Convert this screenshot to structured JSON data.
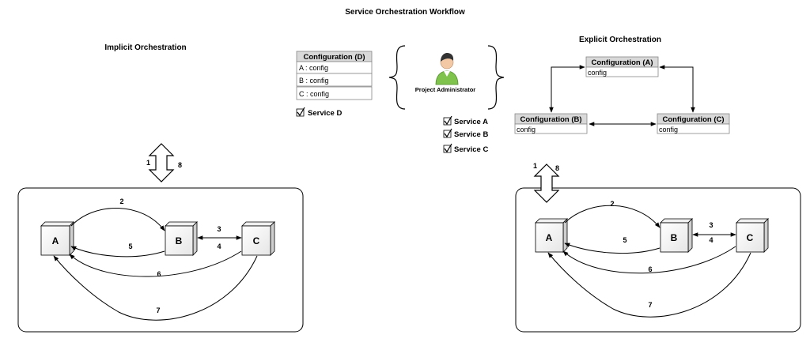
{
  "title": "Service Orchestration Workflow",
  "implicit": {
    "heading": "Implicit Orchestration",
    "io_labels": [
      "1",
      "8"
    ],
    "nodes": [
      "A",
      "B",
      "C"
    ],
    "edge_labels": [
      "2",
      "5",
      "3",
      "4",
      "6",
      "7"
    ]
  },
  "explicit": {
    "heading": "Explicit Orchestration",
    "io_labels": [
      "1",
      "8"
    ],
    "nodes": [
      "A",
      "B",
      "C"
    ],
    "edge_labels": [
      "2",
      "5",
      "3",
      "4",
      "6",
      "7"
    ],
    "configs": [
      {
        "title": "Configuration (A)",
        "value": "config"
      },
      {
        "title": "Configuration (B)",
        "value": "config"
      },
      {
        "title": "Configuration (C)",
        "value": "config"
      }
    ]
  },
  "config_d": {
    "title": "Configuration (D)",
    "rows": [
      "A : config",
      "B : config",
      "C : config"
    ]
  },
  "service_d": {
    "label": "Service D",
    "checked": true
  },
  "administrator": {
    "label": "Project Administrator",
    "icon": "person-icon"
  },
  "services": [
    {
      "label": "Service A",
      "checked": true
    },
    {
      "label": "Service B",
      "checked": true
    },
    {
      "label": "Service C",
      "checked": true
    }
  ]
}
